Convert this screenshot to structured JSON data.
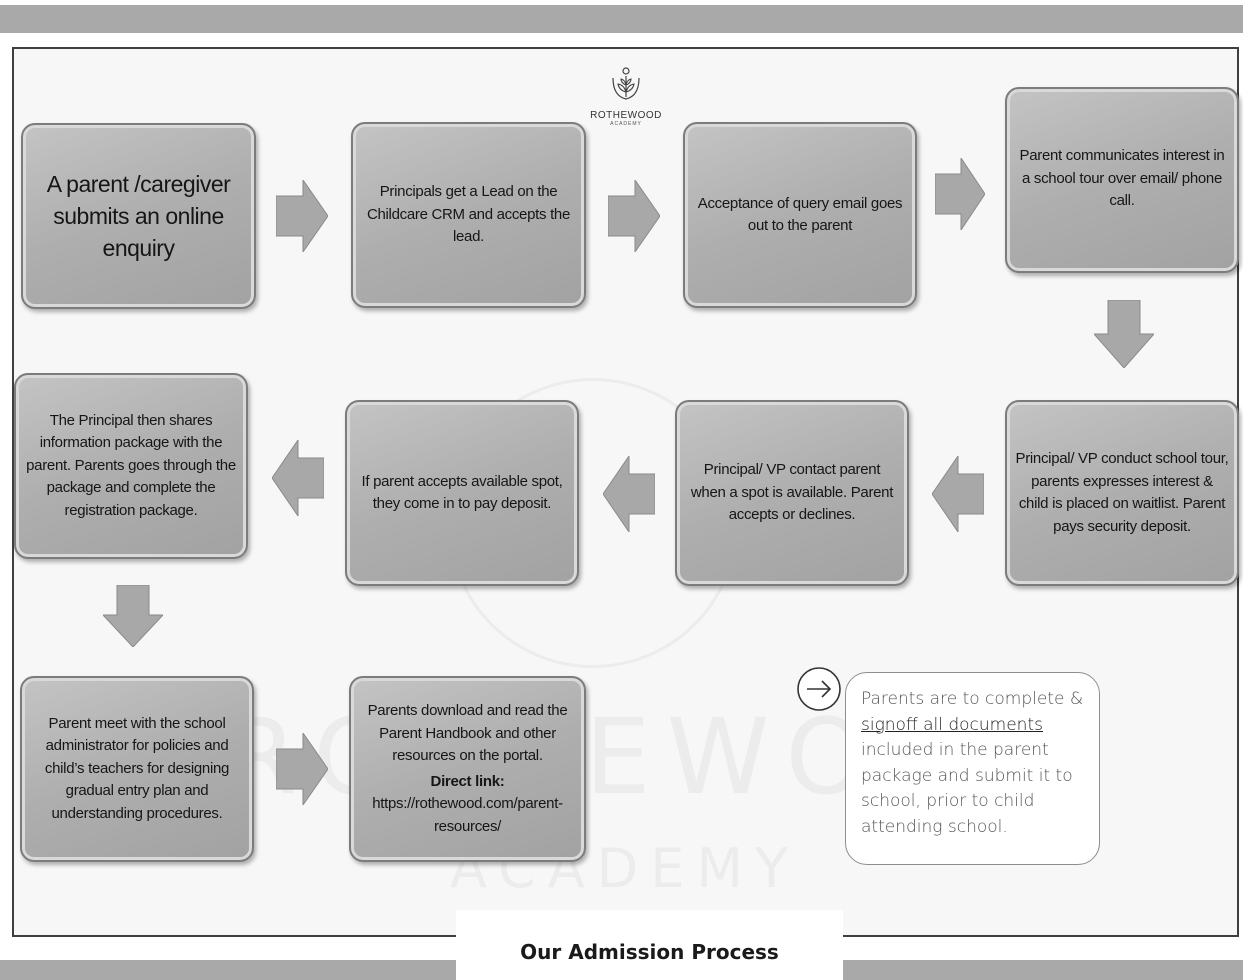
{
  "logo": {
    "name": "ROTHEWOOD",
    "subname": "ACADEMY"
  },
  "watermark": {
    "line1": "ROTHEWOOD",
    "line2": "ACADEMY"
  },
  "steps": [
    {
      "id": 1,
      "text": "A parent /caregiver submits an online enquiry"
    },
    {
      "id": 2,
      "text": "Principals get a Lead on the Childcare CRM and accepts the lead."
    },
    {
      "id": 3,
      "text": "Acceptance of query email goes out to the parent"
    },
    {
      "id": 4,
      "text": "Parent communicates interest in a school tour over email/ phone call."
    },
    {
      "id": 5,
      "text": "Principal/ VP conduct school tour, parents expresses interest & child is placed on waitlist. Parent pays security deposit."
    },
    {
      "id": 6,
      "text": "Principal/ VP contact parent when a spot is available. Parent accepts or declines."
    },
    {
      "id": 7,
      "text": "If parent accepts available spot, they come in to pay deposit."
    },
    {
      "id": 8,
      "text": "The Principal then shares information package with the parent. Parents goes through the package and complete the registration package."
    },
    {
      "id": 9,
      "text": "Parent meet with the school administrator for policies and child’s teachers for designing gradual entry plan and understanding procedures."
    },
    {
      "id": 10,
      "text": "Parents download and read the Parent Handbook and other resources on the portal.",
      "link_label": "Direct link:",
      "link": "https://rothewood.com/parent-resources/"
    }
  ],
  "note": {
    "before": "Parents are to complete & ",
    "emphasis": "signoff all documents",
    "after": " included in the parent package and submit it to school, prior to child attending school."
  },
  "caption": "Our Admission Process",
  "colors": {
    "box_fill": "#aeaeae",
    "arrow_fill": "#a8a8a8",
    "frame_border": "#3f3f3f",
    "bar": "#a9a9a9"
  }
}
